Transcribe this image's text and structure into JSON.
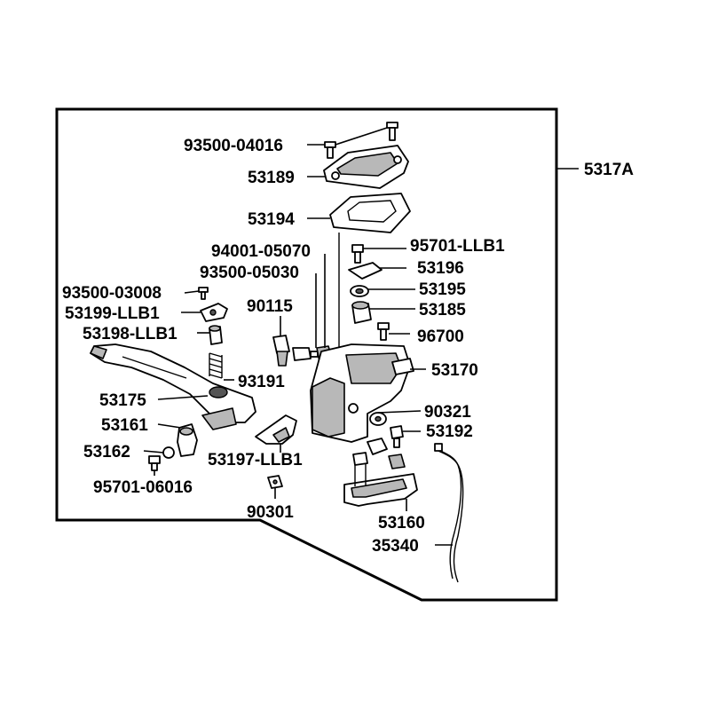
{
  "assembly_label": "5317A",
  "labels": [
    {
      "id": "93500-04016",
      "text": "93500-04016"
    },
    {
      "id": "53189",
      "text": "53189"
    },
    {
      "id": "53194",
      "text": "53194"
    },
    {
      "id": "94001-05070",
      "text": "94001-05070"
    },
    {
      "id": "93500-05030",
      "text": "93500-05030"
    },
    {
      "id": "95701-LLB1",
      "text": "95701-LLB1"
    },
    {
      "id": "53196",
      "text": "53196"
    },
    {
      "id": "53195",
      "text": "53195"
    },
    {
      "id": "53185",
      "text": "53185"
    },
    {
      "id": "93500-03008",
      "text": "93500-03008"
    },
    {
      "id": "53199-LLB1",
      "text": "53199-LLB1"
    },
    {
      "id": "53198-LLB1",
      "text": "53198-LLB1"
    },
    {
      "id": "90115",
      "text": "90115"
    },
    {
      "id": "96700",
      "text": "96700"
    },
    {
      "id": "53170",
      "text": "53170"
    },
    {
      "id": "93191",
      "text": "93191"
    },
    {
      "id": "53175",
      "text": "53175"
    },
    {
      "id": "90321",
      "text": "90321"
    },
    {
      "id": "53161",
      "text": "53161"
    },
    {
      "id": "53192",
      "text": "53192"
    },
    {
      "id": "53162",
      "text": "53162"
    },
    {
      "id": "53197-LLB1",
      "text": "53197-LLB1"
    },
    {
      "id": "95701-06016",
      "text": "95701-06016"
    },
    {
      "id": "90301",
      "text": "90301"
    },
    {
      "id": "53160",
      "text": "53160"
    },
    {
      "id": "35340",
      "text": "35340"
    }
  ],
  "colors": {
    "line": "#000000",
    "background": "#ffffff",
    "part_shade": "#b8b8b8"
  }
}
